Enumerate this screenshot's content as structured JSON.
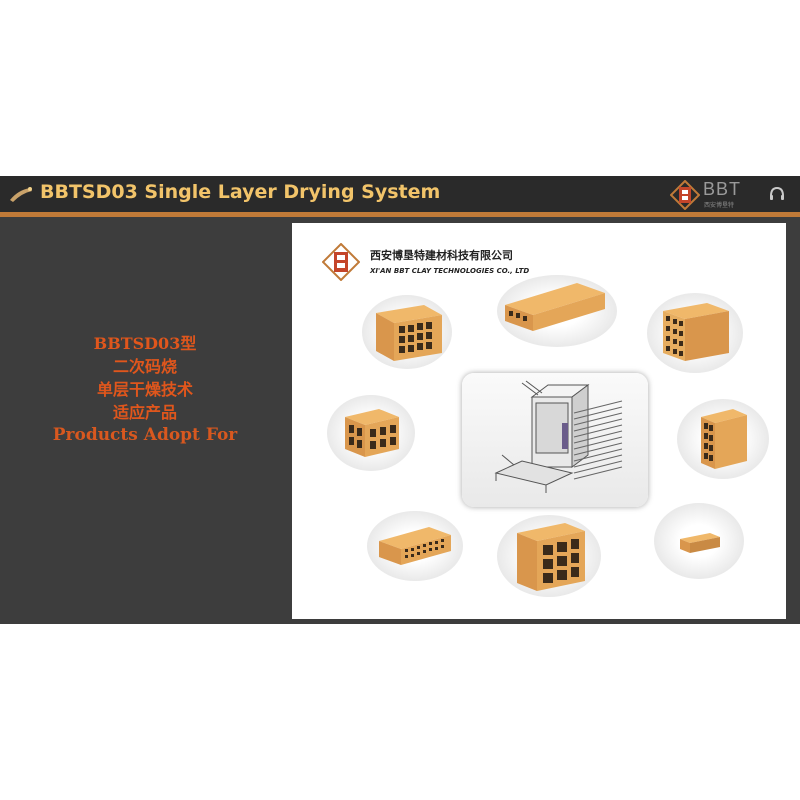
{
  "header": {
    "title": "BBTSD03 Single Layer Drying System",
    "logo_text": "BBT",
    "logo_sub": "西安博垦特",
    "icons": [
      "lamp-icon",
      "headset-icon"
    ],
    "bar_color": "#c07a38",
    "title_color": "#f2c46a"
  },
  "left_panel": {
    "line1": "BBTSD03型",
    "line2": "二次码烧",
    "line3": "单层干燥技术",
    "line4": "适应产品",
    "line5": "Products Adopt For",
    "text_color": "#e0561c"
  },
  "company": {
    "cn_name": "西安博垦特建材科技有限公司",
    "en_name": "XI'AN BBT CLAY TECHNOLOGIES CO., LTD"
  },
  "products": [
    "hollow-brick-rectangular-holes",
    "perforated-long-brick",
    "square-grid-hollow-block",
    "hollow-block-large-cells",
    "tall-hollow-block",
    "perforated-brick-small-holes",
    "stacked-hollow-blocks",
    "solid-brick"
  ],
  "center_image": "drying-system-machine"
}
